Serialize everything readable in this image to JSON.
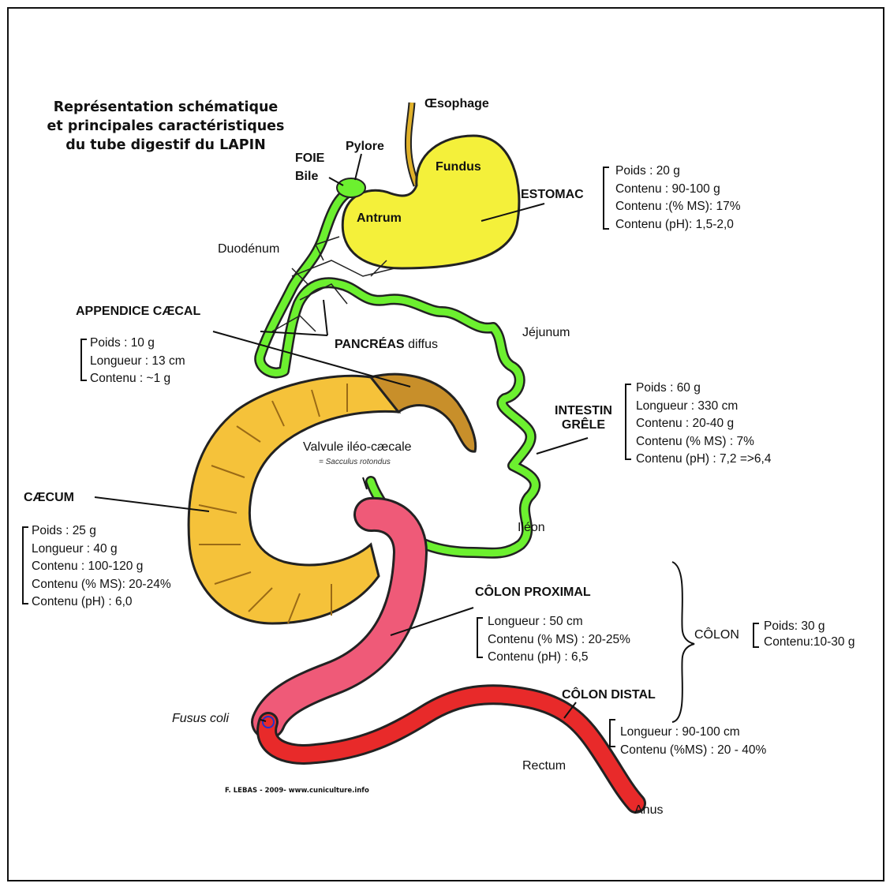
{
  "title": [
    "Représentation schématique",
    "et principales caractéristiques",
    "du tube digestif du LAPIN"
  ],
  "labels": {
    "oesophage": "Œsophage",
    "pylore": "Pylore",
    "foie": "FOIE",
    "bile": "Bile",
    "fundus": "Fundus",
    "antrum": "Antrum",
    "duodenum": "Duodénum",
    "estomac": "ESTOMAC",
    "appendice": "APPENDICE CÆCAL",
    "pancreas": "PANCRÉAS",
    "pancreas_suffix": "diffus",
    "jejunum": "Jéjunum",
    "intestin_line1": "INTESTIN",
    "intestin_line2": "GRÊLE",
    "valvule": "Valvule iléo-cæcale",
    "sacculus": "= Sacculus rotondus",
    "caecum": "CÆCUM",
    "ileon": "Iléon",
    "colon_proximal": "CÔLON PROXIMAL",
    "colon": "CÔLON",
    "colon_distal": "CÔLON DISTAL",
    "fusus_coli": "Fusus coli",
    "rectum": "Rectum",
    "anus": "Anus",
    "credit": "F. LEBAS - 2009- www.cuniculture.info"
  },
  "stats": {
    "estomac": [
      "Poids : 20 g",
      "Contenu : 90-100 g",
      "Contenu :(% MS): 17%",
      "Contenu (pH): 1,5-2,0"
    ],
    "appendice": [
      "Poids : 10 g",
      "Longueur : 13 cm",
      "Contenu : ~1 g"
    ],
    "intestin": [
      "Poids : 60 g",
      "Longueur : 330 cm",
      "Contenu : 20-40 g",
      "Contenu (% MS) : 7%",
      "Contenu (pH) : 7,2 =>6,4"
    ],
    "caecum": [
      "Poids : 25 g",
      "Longueur : 40 g",
      "Contenu : 100-120 g",
      "Contenu (% MS): 20-24%",
      "Contenu (pH) : 6,0"
    ],
    "colon_proximal": [
      "Longueur : 50 cm",
      "Contenu (% MS) : 20-25%",
      "Contenu (pH) : 6,5"
    ],
    "colon": [
      "Poids: 30 g",
      "Contenu:10-30 g"
    ],
    "colon_distal": [
      "Longueur : 90-100 cm",
      "Contenu (%MS) : 20 - 40%"
    ]
  },
  "colors": {
    "stomach": "#f4f03a",
    "small_intestine": "#6cf02f",
    "caecum": "#f5c23a",
    "appendix": "#c88f2a",
    "colon_proximal": "#ef5a78",
    "colon_distal": "#e82a2a",
    "oesophagus": "#e0b12a"
  }
}
